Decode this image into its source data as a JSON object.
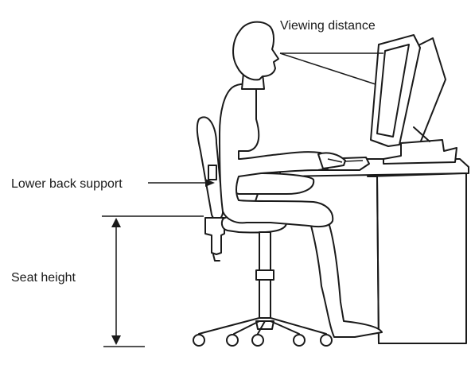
{
  "labels": {
    "viewing_distance": "Viewing distance",
    "lower_back_support": "Lower back support",
    "seat_height": "Seat height"
  },
  "colors": {
    "line": "#1a1a1a",
    "background": "#ffffff"
  }
}
